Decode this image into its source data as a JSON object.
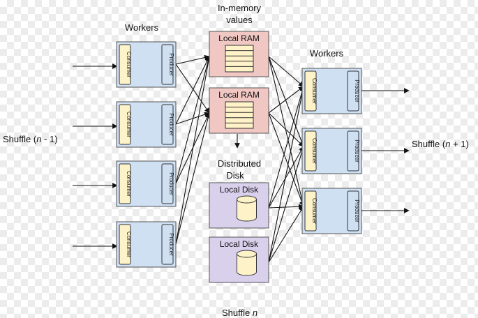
{
  "labels": {
    "workers_left": "Workers",
    "workers_right": "Workers",
    "in_memory_line1": "In-memory",
    "in_memory_line2": "values",
    "distributed_line1": "Distributed",
    "distributed_line2": "Disk",
    "shuffle_in_prefix": "Shuffle (",
    "shuffle_in_var": "n",
    "shuffle_in_suffix": " - 1)",
    "shuffle_out_prefix": "Shuffle (",
    "shuffle_out_var": "n",
    "shuffle_out_suffix": " + 1)",
    "shuffle_bottom_prefix": "Shuffle ",
    "shuffle_bottom_var": "n"
  },
  "left_workers": [
    {
      "consumer": "Consumer",
      "producer": "Producer"
    },
    {
      "consumer": "Consumer",
      "producer": "Producer"
    },
    {
      "consumer": "Consumer",
      "producer": "Producer"
    },
    {
      "consumer": "Consumer",
      "producer": "Producer"
    }
  ],
  "right_workers": [
    {
      "consumer": "Consumer",
      "producer": "Producer"
    },
    {
      "consumer": "Consumer",
      "producer": "Producer"
    },
    {
      "consumer": "Consumer",
      "producer": "Producer"
    }
  ],
  "ram": [
    {
      "label": "Local RAM"
    },
    {
      "label": "Local RAM"
    }
  ],
  "disks": [
    {
      "label": "Local Disk"
    },
    {
      "label": "Local Disk"
    }
  ],
  "colors": {
    "worker_fill": "#cfe0f3",
    "consumer_fill": "#fdf2c8",
    "producer_fill": "#cfe0f3",
    "ram_fill": "#f1c7c3",
    "ram_table_fill": "#fdf2c8",
    "disk_fill": "#d9d0ec",
    "cylinder_fill": "#fdf2c8",
    "edge": "#111111"
  }
}
